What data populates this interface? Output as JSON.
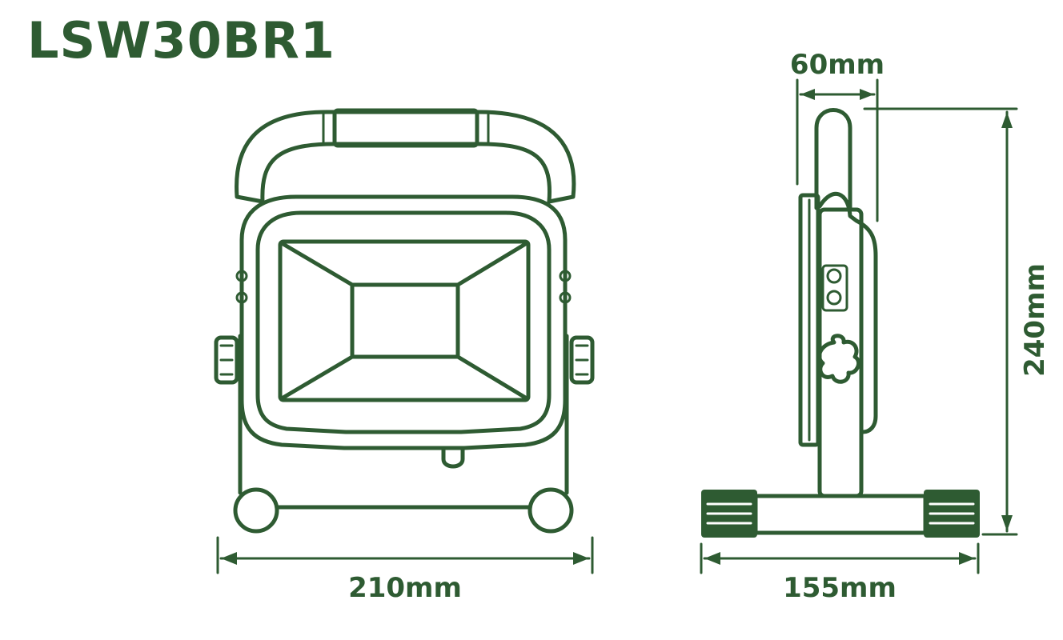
{
  "title": "LSW30BR1",
  "colors": {
    "primary": "#2e5b32",
    "background": "#ffffff"
  },
  "dimensions": {
    "front_width": "210mm",
    "side_width": "155mm",
    "depth": "60mm",
    "height": "240mm"
  }
}
